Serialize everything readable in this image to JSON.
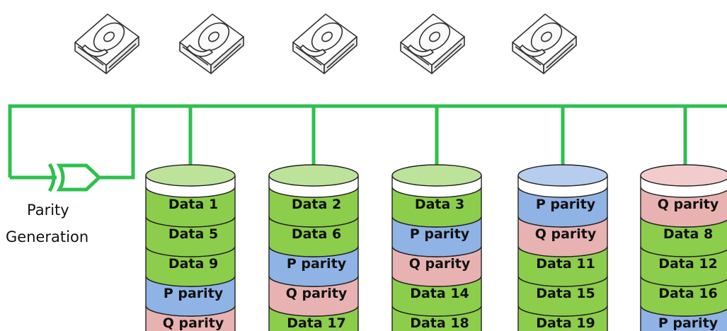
{
  "label_parity_line1": "Parity",
  "label_parity_line2": "Generation",
  "colors": {
    "bus": "#2ec04f",
    "data_fill": "#8ccd4c",
    "p_parity_fill": "#8fb3e4",
    "q_parity_fill": "#e8b2b2",
    "outline": "#222222"
  },
  "hard_drive_count": 5,
  "disks": [
    {
      "top": "data",
      "blocks": [
        {
          "type": "data",
          "label": "Data 1"
        },
        {
          "type": "data",
          "label": "Data 5"
        },
        {
          "type": "data",
          "label": "Data 9"
        },
        {
          "type": "p",
          "label": "P parity"
        },
        {
          "type": "q",
          "label": "Q parity"
        }
      ]
    },
    {
      "top": "data",
      "blocks": [
        {
          "type": "data",
          "label": "Data 2"
        },
        {
          "type": "data",
          "label": "Data 6"
        },
        {
          "type": "p",
          "label": "P parity"
        },
        {
          "type": "q",
          "label": "Q parity"
        },
        {
          "type": "data",
          "label": "Data 17"
        }
      ]
    },
    {
      "top": "data",
      "blocks": [
        {
          "type": "data",
          "label": "Data 3"
        },
        {
          "type": "p",
          "label": "P parity"
        },
        {
          "type": "q",
          "label": "Q parity"
        },
        {
          "type": "data",
          "label": "Data 14"
        },
        {
          "type": "data",
          "label": "Data 18"
        }
      ]
    },
    {
      "top": "p",
      "blocks": [
        {
          "type": "p",
          "label": "P parity"
        },
        {
          "type": "q",
          "label": "Q parity"
        },
        {
          "type": "data",
          "label": "Data 11"
        },
        {
          "type": "data",
          "label": "Data 15"
        },
        {
          "type": "data",
          "label": "Data 19"
        }
      ]
    },
    {
      "top": "q",
      "blocks": [
        {
          "type": "q",
          "label": "Q parity"
        },
        {
          "type": "data",
          "label": "Data 8"
        },
        {
          "type": "data",
          "label": "Data 12"
        },
        {
          "type": "data",
          "label": "Data 16"
        },
        {
          "type": "p",
          "label": "P parity"
        }
      ]
    }
  ]
}
